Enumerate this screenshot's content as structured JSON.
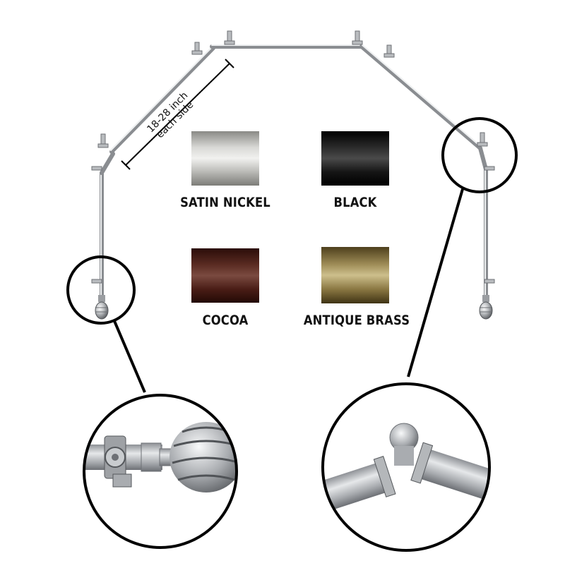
{
  "measurement": {
    "line1": "18-28 inch",
    "line2": "each side"
  },
  "swatches": [
    {
      "id": "satin-nickel",
      "label": "SATIN NICKEL",
      "colors": [
        "#8a8a86",
        "#d9d9d6",
        "#f1f1ef",
        "#b9b9b5",
        "#7c7c78"
      ]
    },
    {
      "id": "black",
      "label": "BLACK",
      "colors": [
        "#000000",
        "#2b2b2b",
        "#4a4a4a",
        "#151515",
        "#000000"
      ]
    },
    {
      "id": "cocoa",
      "label": "COCOA",
      "colors": [
        "#2a0c08",
        "#5a2b22",
        "#7a4a40",
        "#4a1d16",
        "#220905"
      ]
    },
    {
      "id": "antique-brass",
      "label": "ANTIQUE BRASS",
      "colors": [
        "#4d3f1c",
        "#9c8a55",
        "#cdbf8c",
        "#8a7742",
        "#3f3314"
      ]
    }
  ],
  "colors": {
    "rod_dark": "#8c8f93",
    "rod_light": "#e2e4e6",
    "outline": "#000000"
  }
}
